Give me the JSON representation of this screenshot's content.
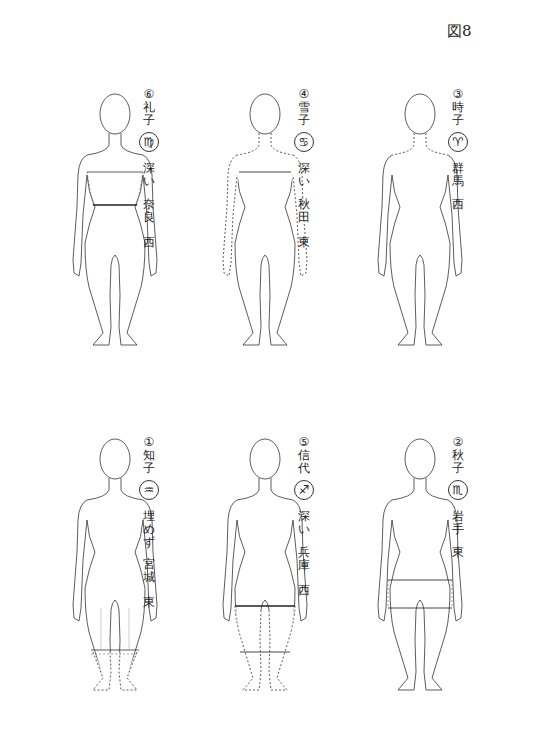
{
  "diagram": {
    "labels": [
      "図8",
      "⑥礼子",
      "♍",
      "深い",
      "奈良",
      "西",
      "④雪子",
      "♋",
      "深い",
      "秋田",
      "東",
      "③時子",
      "♈",
      "群馬",
      "西",
      "①知子",
      "♒",
      "埋めず",
      "宮城",
      "東",
      "⑤信代",
      "♐",
      "深い",
      "兵庫",
      "西",
      "②秋子",
      "♏",
      "岩手",
      "東"
    ]
  }
}
